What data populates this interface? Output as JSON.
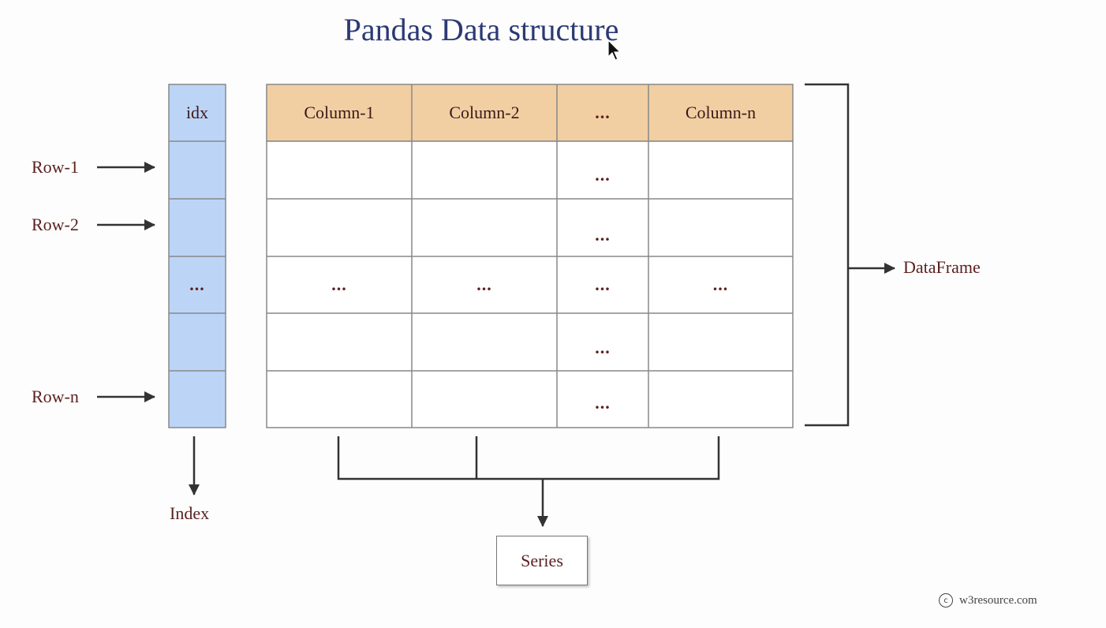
{
  "title": "Pandas Data structure",
  "index_header": "idx",
  "index_ellipsis": "...",
  "columns": [
    "Column-1",
    "Column-2",
    "...",
    "Column-n"
  ],
  "row_labels": {
    "row1": "Row-1",
    "row2": "Row-2",
    "rown": "Row-n"
  },
  "ellipsis": "...",
  "labels": {
    "index": "Index",
    "dataframe": "DataFrame",
    "series": "Series"
  },
  "credit": {
    "symbol": "c",
    "text": "w3resource.com"
  },
  "colors": {
    "index_fill": "#bcd5f7",
    "header_fill": "#f2cfa3",
    "label_text": "#5a1f1f",
    "title_text": "#2b3a73"
  }
}
